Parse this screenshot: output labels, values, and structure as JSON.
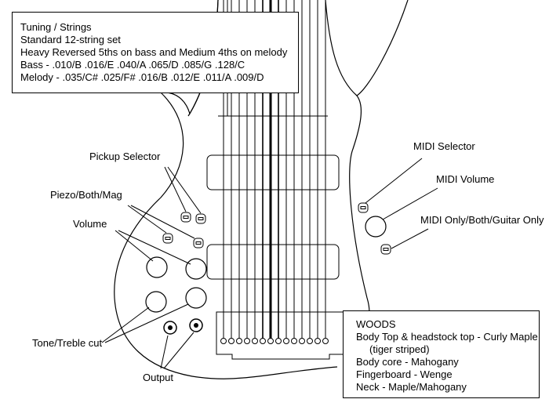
{
  "tuning": {
    "lines": [
      "Tuning / Strings",
      "Standard 12-string set",
      "Heavy Reversed 5ths on bass and Medium 4ths on melody",
      "Bass - .010/B .016/E .040/A .065/D .085/G .128/C",
      "Melody - .035/C# .025/F# .016/B .012/E .011/A .009/D"
    ]
  },
  "woods": {
    "title": "WOODS",
    "lines": [
      "Body Top & headstock top - Curly Maple",
      "(tiger striped)",
      "Body core - Mahogany",
      "Fingerboard - Wenge",
      "Neck - Maple/Mahogany"
    ]
  },
  "labels": {
    "pickup_selector": "Pickup Selector",
    "piezo_both_mag": "Piezo/Both/Mag",
    "volume": "Volume",
    "tone_treble_cut": "Tone/Treble cut",
    "output": "Output",
    "midi_selector": "MIDI Selector",
    "midi_volume": "MIDI Volume",
    "midi_only_both_guitar_only": "MIDI Only/Both/Guitar Only"
  }
}
